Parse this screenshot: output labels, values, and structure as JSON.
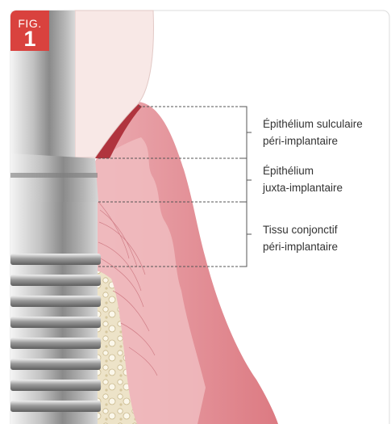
{
  "figure": {
    "label": "FIG.",
    "number": "1"
  },
  "annotations": [
    {
      "line1": "Épithélium sulculaire",
      "line2": "péri-implantaire"
    },
    {
      "line1": "Épithélium",
      "line2": "juxta-implantaire"
    },
    {
      "line1": "Tissu conjonctif",
      "line2": "péri-implantaire"
    }
  ],
  "colors": {
    "gingiva": "#e0838a",
    "gingiva_light": "#f2c2c3",
    "sulcular_epithelium": "#b0343e",
    "crown": "#f8e8e6",
    "bone": "#e9dec3",
    "implant_dark": "#6e6e6e",
    "implant_light": "#c8c8c8",
    "badge": "#d9423e"
  }
}
